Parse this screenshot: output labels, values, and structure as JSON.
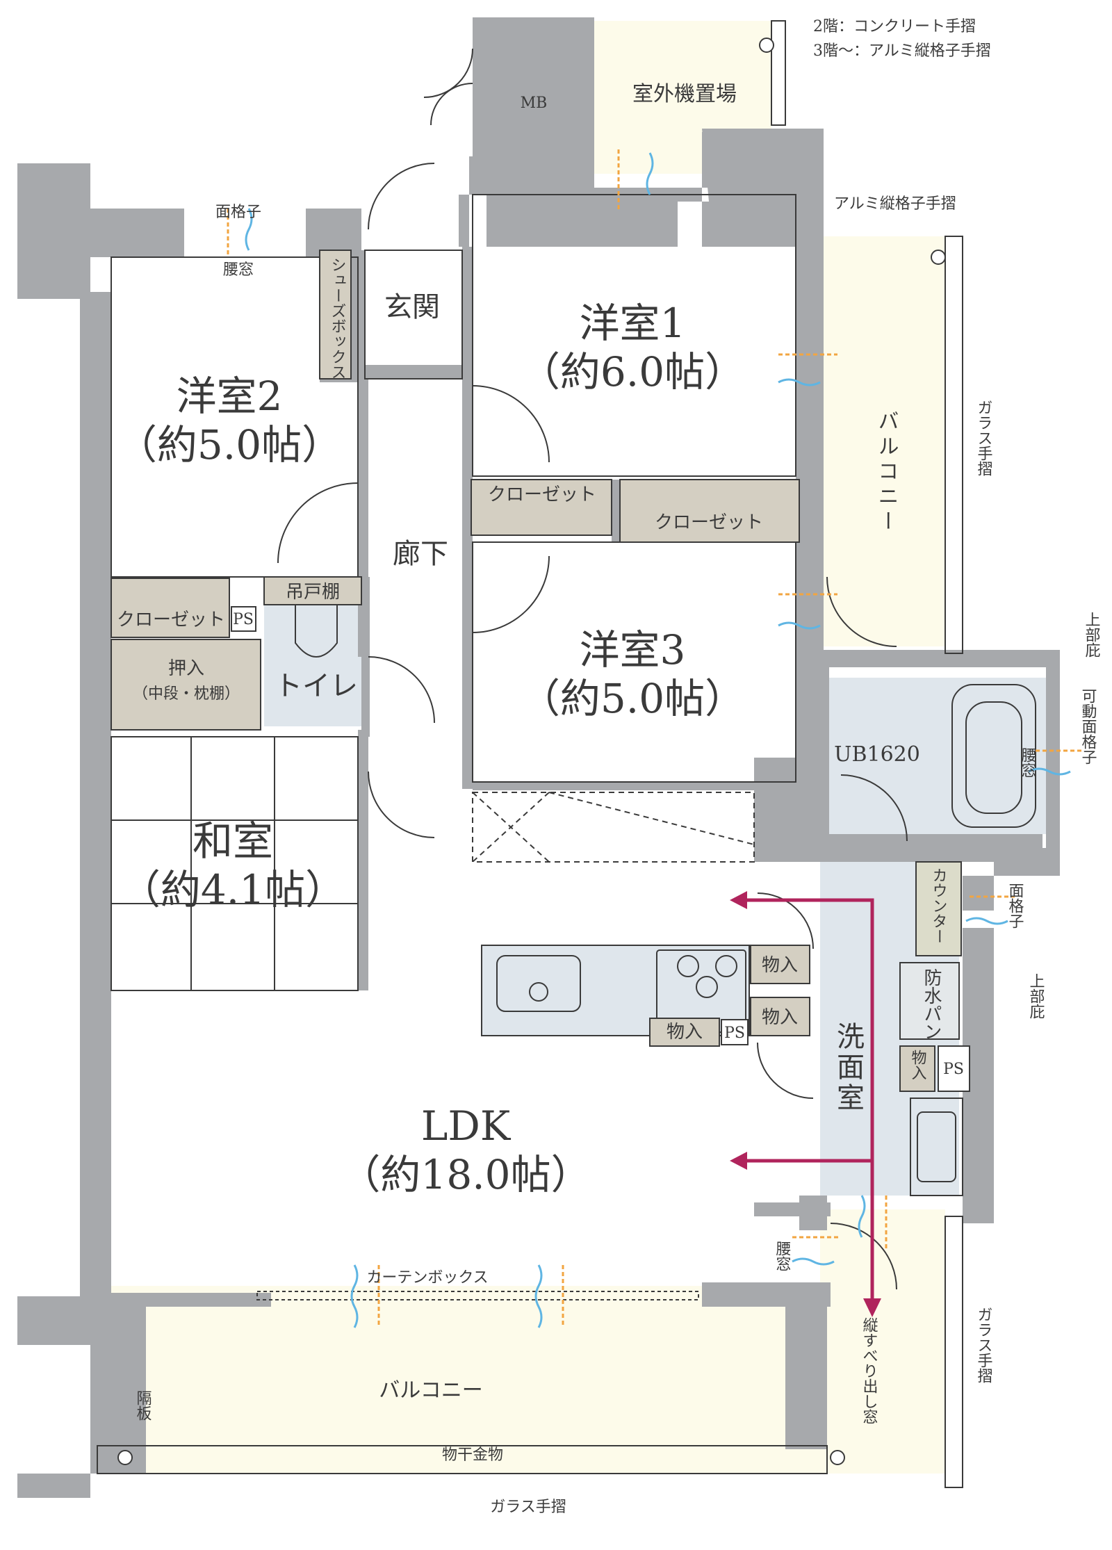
{
  "colors": {
    "wall": "#a7a9ac",
    "floor_white": "#ffffff",
    "floor_cream": "#fdfbea",
    "storage": "#d4cfc2",
    "wet_area": "#dfe6ec",
    "arrow": "#b0245c",
    "vent_orange": "#f2a541",
    "vent_blue": "#5fb5e3",
    "line": "#3a3a3a"
  },
  "notes": {
    "line1": "2階：コンクリート手摺",
    "line2": "3階～：アルミ縦格子手摺"
  },
  "rooms": {
    "western1": {
      "name": "洋室1",
      "size": "（約6.0帖）"
    },
    "western2": {
      "name": "洋室2",
      "size": "（約5.0帖）"
    },
    "western3": {
      "name": "洋室3",
      "size": "（約5.0帖）"
    },
    "japanese": {
      "name": "和室",
      "size": "（約4.1帖）"
    },
    "ldk": {
      "name": "LDK",
      "size": "（約18.0帖）"
    },
    "entrance": "玄関",
    "corridor": "廊下",
    "toilet": "トイレ",
    "washroom": "洗面室",
    "bath": "UB1620",
    "mb": "MB",
    "outdoor_unit": "室外機置場",
    "balcony": "バルコニー"
  },
  "storage": {
    "shoe_box": "シューズボックス",
    "closet": "クローゼット",
    "ps": "PS",
    "oshiire_1": "押入",
    "oshiire_2": "（中段・枕棚）",
    "hanging_shelf": "吊戸棚",
    "monoire": "物入",
    "counter": "カウンター",
    "waterproof_pan": "防水パン"
  },
  "labels": {
    "face_lattice": "面格子",
    "waist_window": "腰窓",
    "alumi_lattice_handrail": "アルミ縦格子手摺",
    "glass_handrail": "ガラス手摺",
    "upper_eave": "上部庇",
    "movable_face_lattice": "可動面格子",
    "curtain_box": "カーテンボックス",
    "partition_board": "隔板",
    "drying_hardware": "物干金物",
    "vertical_sliding_window": "縦すべり出し窓"
  }
}
